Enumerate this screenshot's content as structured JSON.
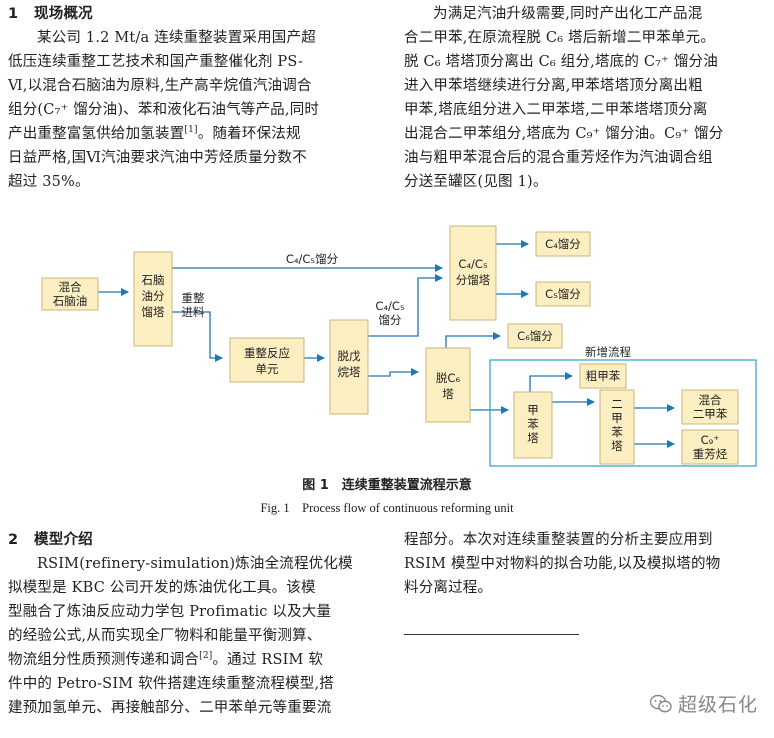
{
  "section1": {
    "number": "1",
    "title": "现场概况",
    "para1": [
      "某公司 1.2 Mt/a 连续重整装置采用国产超",
      "低压连续重整工艺技术和国产重整催化剂 PS-",
      "Ⅵ,以混合石脑油为原料,生产高辛烷值汽油调合",
      "组分(C₇⁺ 馏分油)、苯和液化石油气等产品,同时",
      "产出重整富氢供给加氢装置",
      "日益严格,国Ⅵ汽油要求汽油中芳烃质量分数不",
      "超过 35%。"
    ],
    "para1_line5_ref": "[1]",
    "para1_line5_tail": "。随着环保法规",
    "para2": [
      "为满足汽油升级需要,同时产出化工产品混",
      "合二甲苯,在原流程脱 C₆ 塔后新增二甲苯单元。",
      "脱 C₆ 塔塔顶分离出 C₆ 组分,塔底的 C₇⁺ 馏分油",
      "进入甲苯塔继续进行分离,甲苯塔塔顶分离出粗",
      "甲苯,塔底组分进入二甲苯塔,二甲苯塔塔顶分离",
      "出混合二甲苯组分,塔底为 C₉⁺ 馏分油。C₉⁺ 馏分",
      "油与粗甲苯混合后的混合重芳烃作为汽油调合组",
      "分送至罐区(见图 1)。"
    ]
  },
  "figure": {
    "nodes": {
      "feed": [
        "混合",
        "石脑油"
      ],
      "naphtha_split": [
        "石脑",
        "油分",
        "馏塔"
      ],
      "reform": [
        "重整反应",
        "单元"
      ],
      "depent": [
        "脱戊",
        "烷塔"
      ],
      "c4c5_split": [
        "C₄/C₅",
        "分馏塔"
      ],
      "c4_out": "C₄馏分",
      "c5_out": "C₅馏分",
      "dec6": [
        "脱C₆",
        "塔"
      ],
      "c6_out": "C₆馏分",
      "toluene_col": [
        "甲",
        "苯",
        "塔"
      ],
      "crude_toluene": "粗甲苯",
      "xylene_col": [
        "二",
        "甲",
        "苯",
        "塔"
      ],
      "mixed_xylene": [
        "混合",
        "二甲苯"
      ],
      "c9_heavy": [
        "C₉⁺",
        "重芳烃"
      ]
    },
    "labels": {
      "top_stream": "C₄/C₅馏分",
      "reform_feed": [
        "重整",
        "进料"
      ],
      "mid_stream": [
        "C₄/C₅",
        "馏分"
      ],
      "new_process": "新增流程"
    },
    "caption_cn": "图 1　连续重整装置流程示意",
    "caption_en": "Fig. 1　Process flow of continuous reforming unit"
  },
  "section2": {
    "number": "2",
    "title": "模型介绍",
    "para_left": [
      "RSIM(refinery-simulation)炼油全流程优化模",
      "拟模型是 KBC 公司开发的炼油优化工具。该模",
      "型融合了炼油反应动力学包 Profimatic 以及大量",
      "的经验公式,从而实现全厂物料和能量平衡测算、",
      "物流组分性质预测传递和调合",
      "件中的 Petro-SIM 软件搭建连续重整流程模型,搭",
      "建预加氢单元、再接触部分、二甲苯单元等重要流"
    ],
    "para_left_line5_ref": "[2]",
    "para_left_line5_tail": "。通过 RSIM 软",
    "para_right": [
      "程部分。本次对连续重整装置的分析主要应用到",
      "RSIM 模型中对物料的拟合功能,以及模拟塔的物",
      "料分离过程。"
    ]
  },
  "watermark": "超级石化",
  "colors": {
    "box_fill": "#fbeec1",
    "box_stroke": "#c9b77a",
    "arrow": "#1a78b8",
    "new_frame": "#35a9c9"
  }
}
